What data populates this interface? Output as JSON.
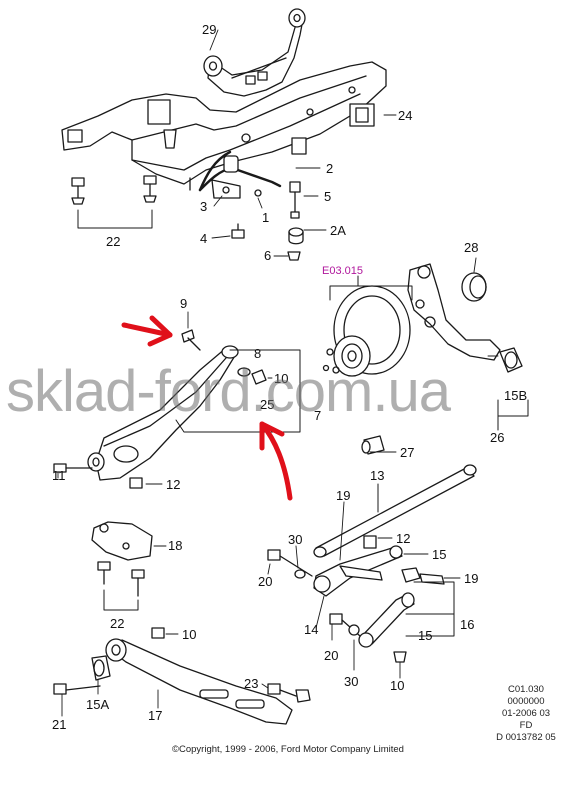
{
  "labels": {
    "l29": "29",
    "l24": "24",
    "l2": "2",
    "l5": "5",
    "l3": "3",
    "l1": "1",
    "l2a": "2A",
    "l4": "4",
    "l6": "6",
    "l22a": "22",
    "l28": "28",
    "lref": "E03.015",
    "l9": "9",
    "l8": "8",
    "l10a": "10",
    "l25": "25",
    "l7": "7",
    "l15b": "15B",
    "l26": "26",
    "l27": "27",
    "l11": "11",
    "l12a": "12",
    "l13": "13",
    "l18": "18",
    "l19a": "19",
    "l12b": "12",
    "l30a": "30",
    "l15a": "15",
    "l20a": "20",
    "l19b": "19",
    "l22b": "22",
    "l14": "14",
    "l16": "16",
    "l10b": "10",
    "l15c": "15",
    "l20b": "20",
    "l30b": "30",
    "l10c": "10",
    "l15A": "15A",
    "l21": "21",
    "l17": "17",
    "l23": "23"
  },
  "watermark": "sklad-ford.com.ua",
  "meta": {
    "line1": "C01.030",
    "line2": "0000000",
    "line3": "01-2006 03",
    "line4": "FD",
    "line5": "D 0013782 05"
  },
  "copyright": "©Copyright, 1999 - 2006, Ford Motor Company Limited",
  "colors": {
    "line": "#1a1a1a",
    "arrow": "#e0101a",
    "ref": "#b0179c",
    "watermark": "#6e6e6e"
  }
}
